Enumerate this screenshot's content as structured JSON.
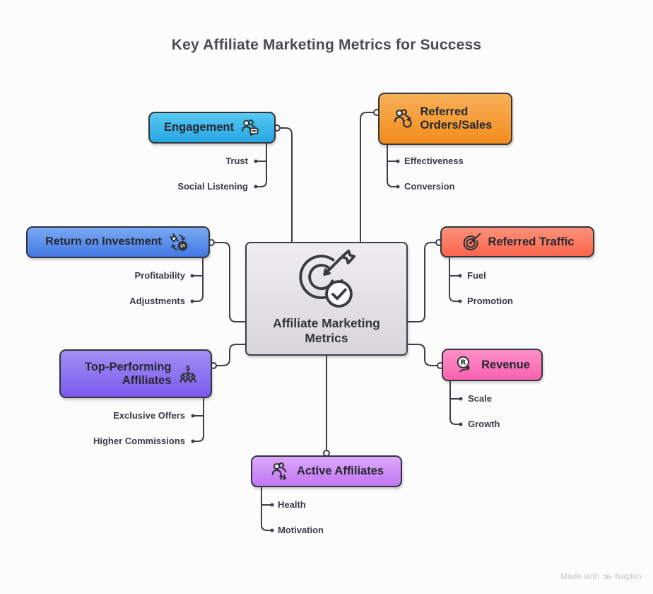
{
  "title": "Key Affiliate Marketing Metrics for Success",
  "center": {
    "label": "Affiliate Marketing Metrics",
    "icon": "target-dart-check-icon",
    "colors": {
      "top": "#EFEDF0",
      "bottom": "#D9D6DB"
    }
  },
  "branches": [
    {
      "label": "Engagement",
      "icon": "people-chat-icon",
      "colors": {
        "top": "#58C9F2",
        "bottom": "#27A5E2"
      },
      "children": [
        "Trust",
        "Social Listening"
      ]
    },
    {
      "label": "Referred Orders/Sales",
      "icon": "people-refresh-icon",
      "colors": {
        "top": "#F9B058",
        "bottom": "#F28C1E"
      },
      "children": [
        "Effectiveness",
        "Conversion"
      ]
    },
    {
      "label": "Return on Investment",
      "icon": "plug-dollar-cycle-icon",
      "colors": {
        "top": "#79A9F2",
        "bottom": "#4478E5"
      },
      "children": [
        "Profitability",
        "Adjustments"
      ]
    },
    {
      "label": "Referred Traffic",
      "icon": "target-arrow-icon",
      "colors": {
        "top": "#FD917A",
        "bottom": "#F9664D"
      },
      "children": [
        "Fuel",
        "Promotion"
      ]
    },
    {
      "label": "Top-Performing Affiliates",
      "icon": "dollar-team-icon",
      "colors": {
        "top": "#A28FF2",
        "bottom": "#7B5AEE"
      },
      "children": [
        "Exclusive Offers",
        "Higher Commissions"
      ]
    },
    {
      "label": "Revenue",
      "icon": "r-trend-icon",
      "colors": {
        "top": "#FD90C9",
        "bottom": "#F961AE"
      },
      "children": [
        "Scale",
        "Growth"
      ]
    },
    {
      "label": "Active Affiliates",
      "icon": "people-updown-icon",
      "colors": {
        "top": "#DBA8FA",
        "bottom": "#C276F2"
      },
      "children": [
        "Health",
        "Motivation"
      ]
    }
  ],
  "connector_color": "#3F3F46",
  "watermark": {
    "text": "Made with",
    "brand": "Napkin"
  }
}
